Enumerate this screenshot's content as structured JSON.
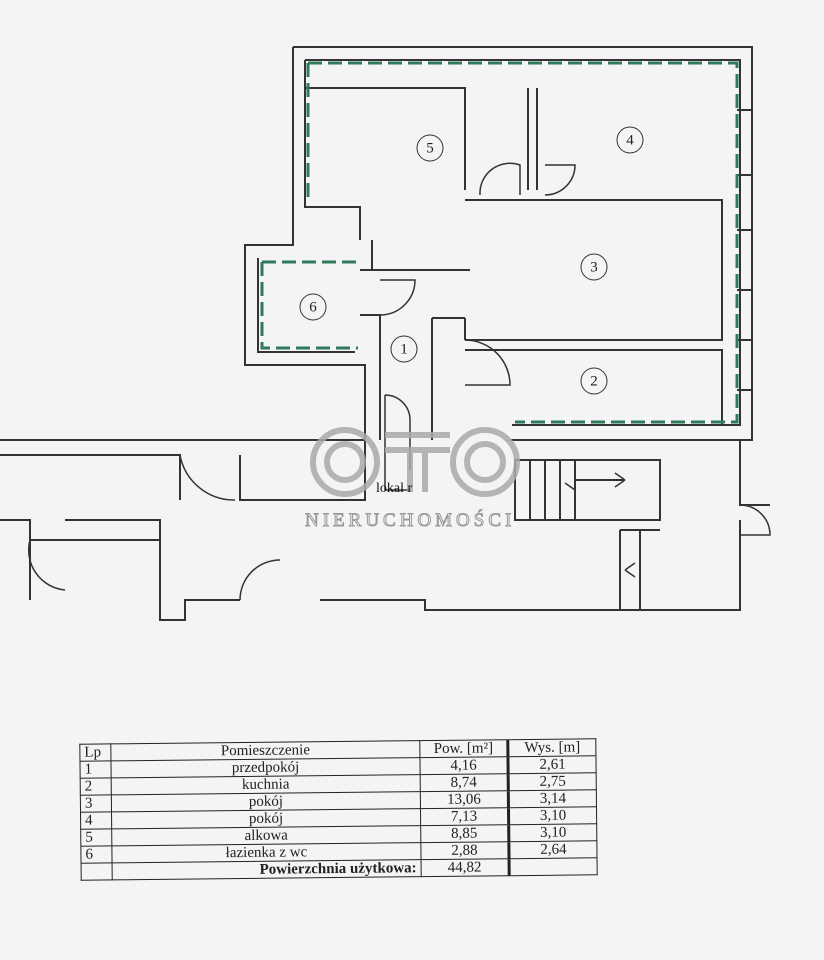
{
  "plan": {
    "rooms": [
      "1",
      "2",
      "3",
      "4",
      "5",
      "6"
    ],
    "label_lokal": "lokal r",
    "watermark": {
      "logo": "OTO",
      "text": "NIERUCHOMOŚCI"
    },
    "colors": {
      "walls": "#333333",
      "boundary": "#2f7a5a",
      "paper": "#f4f3f6"
    }
  },
  "table": {
    "headers": {
      "lp": "Lp",
      "room": "Pomieszczenie",
      "area": "Pow. [m²]",
      "height": "Wys. [m]"
    },
    "rows": [
      {
        "lp": "1",
        "room": "przedpokój",
        "area": "4,16",
        "height": "2,61"
      },
      {
        "lp": "2",
        "room": "kuchnia",
        "area": "8,74",
        "height": "2,75"
      },
      {
        "lp": "3",
        "room": "pokój",
        "area": "13,06",
        "height": "3,14"
      },
      {
        "lp": "4",
        "room": "pokój",
        "area": "7,13",
        "height": "3,10"
      },
      {
        "lp": "5",
        "room": "alkowa",
        "area": "8,85",
        "height": "3,10"
      },
      {
        "lp": "6",
        "room": "łazienka z wc",
        "area": "2,88",
        "height": "2,64"
      }
    ],
    "total_label": "Powierzchnia użytkowa:",
    "total_value": "44,82"
  }
}
